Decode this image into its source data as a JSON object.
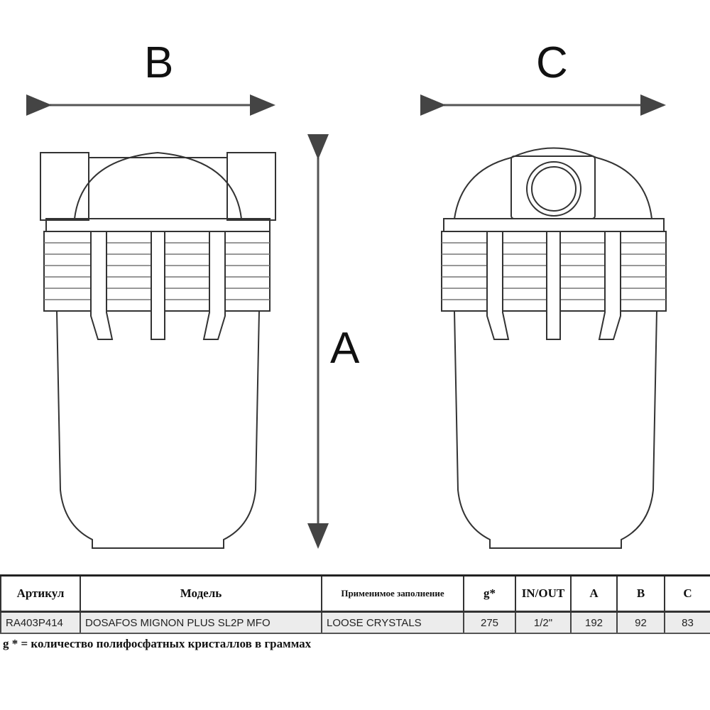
{
  "dimensions": {
    "a_label": "A",
    "b_label": "B",
    "c_label": "C"
  },
  "table": {
    "headers": [
      "Артикул",
      "Модель",
      "Применимое заполнение",
      "g*",
      "IN/OUT",
      "A",
      "B",
      "C"
    ],
    "rows": [
      [
        "RA403P414",
        "DOSAFOS MIGNON PLUS SL2P MFO",
        "LOOSE CRYSTALS",
        "275",
        "1/2\"",
        "192",
        "92",
        "83"
      ]
    ]
  },
  "footnote": "g * = количество полифосфатных кристаллов в граммах"
}
